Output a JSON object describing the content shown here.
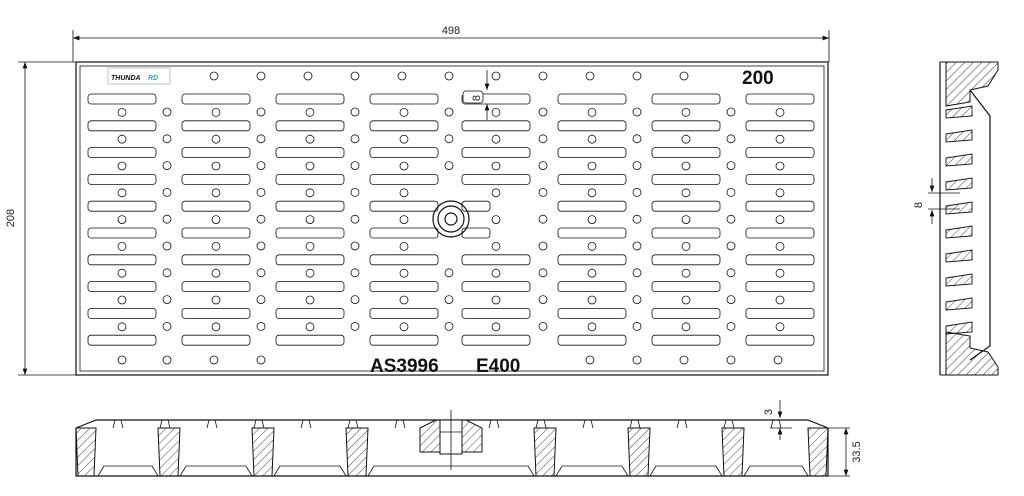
{
  "dimensions": {
    "width": "498",
    "height": "208",
    "slot_spacing": "8",
    "side_spacing": "8",
    "depth": "33.5",
    "top_offset": "3"
  },
  "markings": {
    "size": "200",
    "standard": "AS3996",
    "load_class": "E400"
  },
  "logo": {
    "part1": "THUNDA",
    "part2": "RD"
  }
}
